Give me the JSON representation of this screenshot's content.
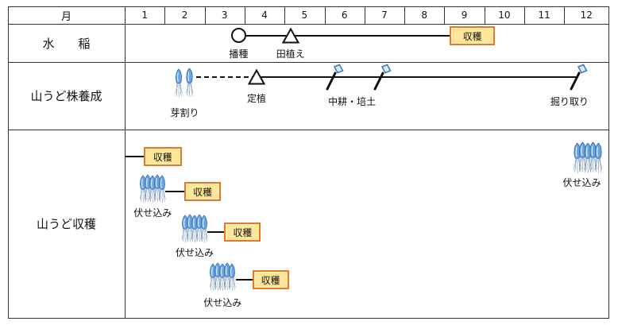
{
  "header": {
    "month_label": "月",
    "months": [
      "1",
      "2",
      "3",
      "4",
      "5",
      "6",
      "7",
      "8",
      "9",
      "10",
      "11",
      "12"
    ]
  },
  "rice": {
    "label": "水　　稲",
    "sowing": {
      "label": "播種",
      "month": 3.85,
      "icon": "circle-marker"
    },
    "transplanting": {
      "label": "田植え",
      "month": 5.15,
      "icon": "triangle-marker"
    },
    "harvest": {
      "label": "収穫",
      "month": 9.7
    }
  },
  "stock": {
    "label": "山うど株養成",
    "bud_splitting": {
      "label": "芽割り",
      "month": 2.5,
      "icon": "udo-sprout-icon"
    },
    "planting": {
      "label": "定植",
      "month": 4.3,
      "icon": "triangle-marker"
    },
    "cultivation": {
      "label": "中耕・培土",
      "months": [
        6.25,
        7.45
      ],
      "icon": "hoe-icon"
    },
    "digging": {
      "label": "掘り取り",
      "month": 12.35,
      "icon": "hoe-icon"
    }
  },
  "harvest_row": {
    "label": "山うど収穫",
    "forcings": [
      {
        "label": "伏せ込み",
        "month": 1.7,
        "icon": "udo-cluster-icon"
      },
      {
        "label": "伏せ込み",
        "month": 2.75,
        "icon": "udo-cluster-icon"
      },
      {
        "label": "伏せ込み",
        "month": 3.45,
        "icon": "udo-cluster-icon"
      },
      {
        "label": "伏せ込み",
        "month": 12.6,
        "icon": "udo-cluster-icon"
      }
    ],
    "harvests": [
      {
        "label": "収穫",
        "month": 1.95
      },
      {
        "label": "収穫",
        "month": 2.95
      },
      {
        "label": "収穫",
        "month": 3.95
      },
      {
        "label": "収穫",
        "month": 4.65
      }
    ]
  },
  "colors": {
    "harvest_box_border": "#E87722",
    "harvest_box_fill": "#FFE699",
    "udo_fill": "#6AA3DE",
    "udo_outline": "#2C6BB5",
    "line": "#111111"
  }
}
